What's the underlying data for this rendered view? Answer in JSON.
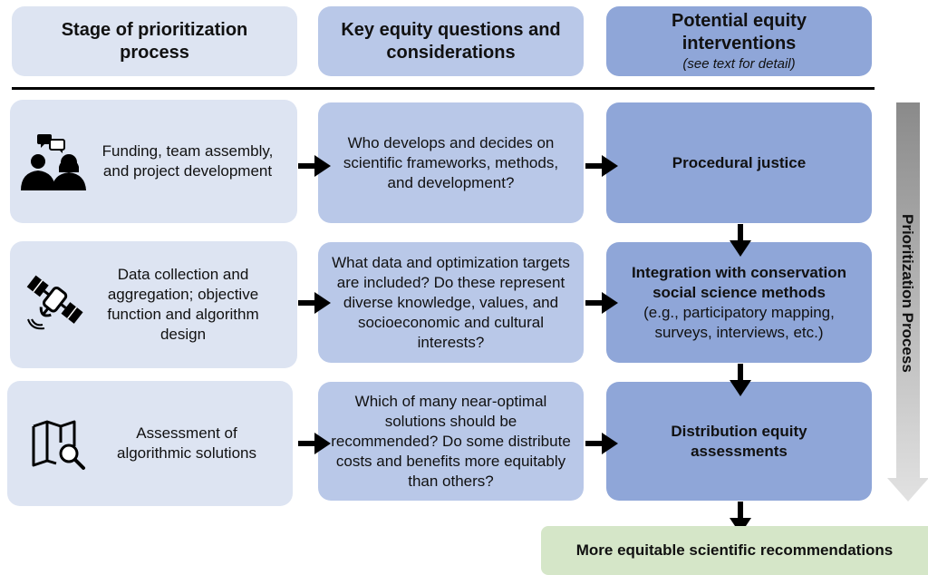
{
  "headers": {
    "stage": "Stage of prioritization process",
    "questions": "Key equity questions and considerations",
    "interventions": "Potential equity interventions",
    "interventions_note": "(see text for detail)"
  },
  "rows": [
    {
      "stage": "Funding, team assembly, and project development",
      "stage_icon": "team-chat-icon",
      "question": "Who develops and decides on scientific frameworks, methods, and development?",
      "intervention_title": "Procedural justice",
      "intervention_detail": ""
    },
    {
      "stage": "Data collection and aggregation; objective function and algorithm design",
      "stage_icon": "satellite-icon",
      "question": "What data and optimization targets are included? Do these represent diverse knowledge, values, and socioeconomic and cultural interests?",
      "intervention_title": "Integration with conservation social science methods",
      "intervention_detail": "(e.g., participatory mapping, surveys, interviews, etc.)"
    },
    {
      "stage": "Assessment of algorithmic solutions",
      "stage_icon": "map-search-icon",
      "question": "Which of many near-optimal solutions should be recommended? Do some distribute costs and benefits more equitably than others?",
      "intervention_title": "Distribution equity assessments",
      "intervention_detail": ""
    }
  ],
  "side_label": "Prioritization Process",
  "outcome": "More equitable scientific recommendations",
  "colors": {
    "stage_fill": "#dde4f2",
    "question_fill": "#b9c8e8",
    "intervention_fill": "#8fa6d8",
    "outcome_fill": "#d5e6c8"
  }
}
